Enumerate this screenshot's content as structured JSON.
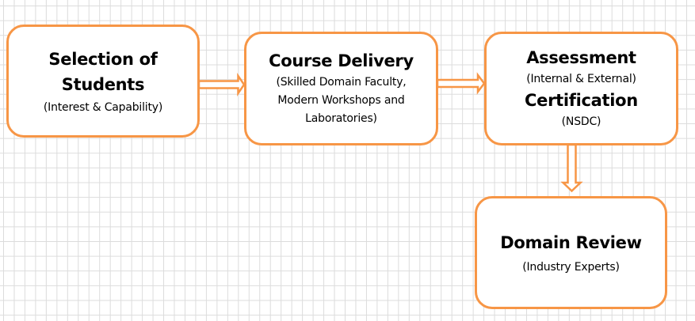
{
  "diagram": {
    "type": "process-flow",
    "accent_color": "#f79646",
    "text_color": "#000000",
    "background": "grid",
    "steps": [
      {
        "id": "selection",
        "title_lines": [
          "Selection of",
          "Students"
        ],
        "subtitle_lines": [
          "(Interest & Capability)"
        ]
      },
      {
        "id": "delivery",
        "title_lines": [
          "Course Delivery"
        ],
        "subtitle_lines": [
          "(Skilled Domain Faculty,",
          "Modern Workshops and",
          "Laboratories)"
        ]
      },
      {
        "id": "assessment",
        "title_lines": [
          "Assessment"
        ],
        "subtitle_lines": [
          "(Internal & External)"
        ],
        "title2_lines": [
          "Certification"
        ],
        "subtitle2_lines": [
          "(NSDC)"
        ]
      },
      {
        "id": "review",
        "title_lines": [
          "Domain Review"
        ],
        "subtitle_lines": [
          "(Industry Experts)"
        ]
      }
    ],
    "connections": [
      {
        "from": "selection",
        "to": "delivery",
        "direction": "right",
        "style": "hollow-block-arrow"
      },
      {
        "from": "delivery",
        "to": "assessment",
        "direction": "right",
        "style": "hollow-block-arrow"
      },
      {
        "from": "assessment",
        "to": "review",
        "direction": "down",
        "style": "hollow-block-arrow"
      }
    ]
  }
}
